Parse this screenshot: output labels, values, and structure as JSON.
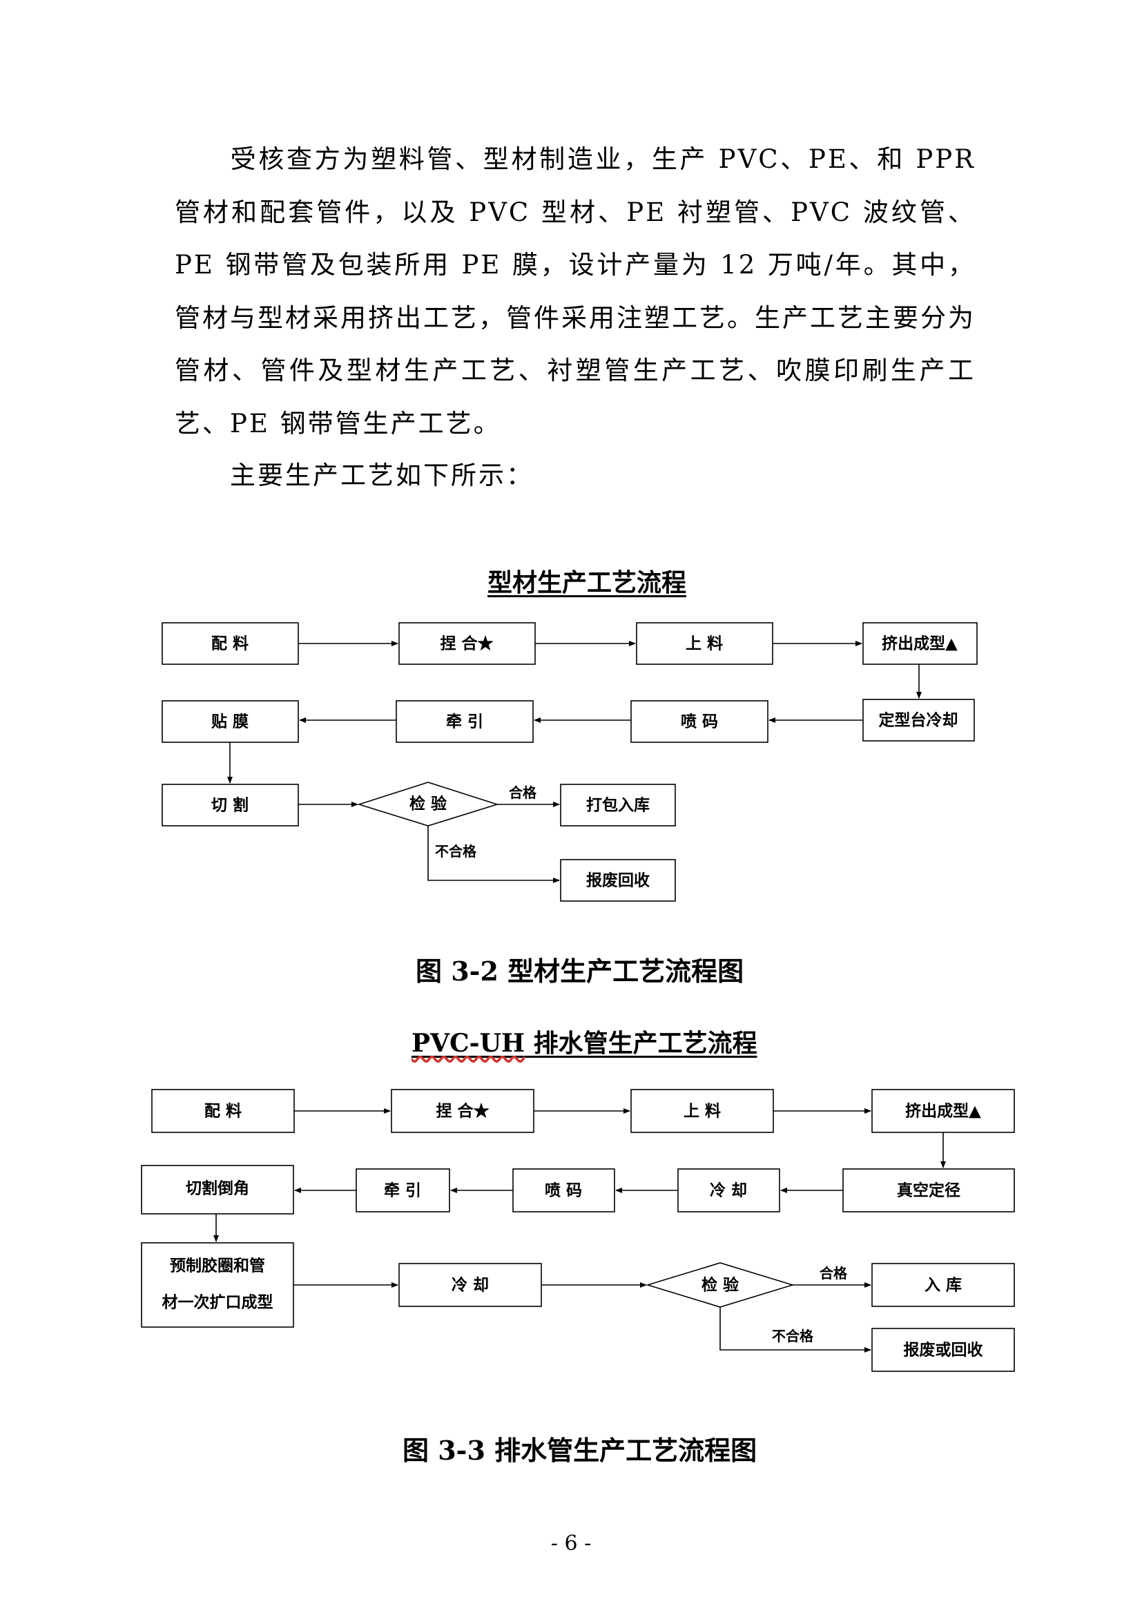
{
  "body": {
    "paragraph1": "受核查方为塑料管、型材制造业，生产 PVC、PE、和 PPR 管材和配套管件，以及 PVC 型材、PE 衬塑管、PVC 波纹管、PE 钢带管及包装所用 PE 膜，设计产量为 12 万吨/年。其中，管材与型材采用挤出工艺，管件采用注塑工艺。生产工艺主要分为管材、管件及型材生产工艺、衬塑管生产工艺、吹膜印刷生产工艺、PE 钢带管生产工艺。",
    "paragraph2": "主要生产工艺如下所示："
  },
  "figure1": {
    "title": "型材生产工艺流程",
    "caption": "图 3-2  型材生产工艺流程图",
    "nodes": {
      "peiliao": "配 料",
      "niehe": "捏 合★",
      "shangliao": "上 料",
      "jichu": "挤出成型▲",
      "dingxing": "定型台冷却",
      "penma": "喷 码",
      "qianyin": "牵 引",
      "tiemo": "贴 膜",
      "qiege": "切 割",
      "jianyan": "检 验",
      "dabao": "打包入库",
      "baofei": "报废回收"
    },
    "edges": {
      "pass": "合格",
      "fail": "不合格"
    }
  },
  "figure2": {
    "title_prefix": "PVC-UH",
    "title_suffix": "排水管生产工艺流程",
    "caption": "图 3-3  排水管生产工艺流程图",
    "nodes": {
      "peiliao": "配 料",
      "niehe": "捏 合★",
      "shangliao": "上 料",
      "jichu": "挤出成型▲",
      "zhenkong": "真空定径",
      "lengque1": "冷 却",
      "penma": "喷 码",
      "qianyin": "牵 引",
      "qiege": "切割倒角",
      "yuzhi_line1": "预制胶圈和管",
      "yuzhi_line2": "材一次扩口成型",
      "lengque2": "冷 却",
      "jianyan": "检 验",
      "ruku": "入 库",
      "baofei": "报废或回收"
    },
    "edges": {
      "pass": "合格",
      "fail": "不合格"
    }
  },
  "page_number": "- 6 -"
}
